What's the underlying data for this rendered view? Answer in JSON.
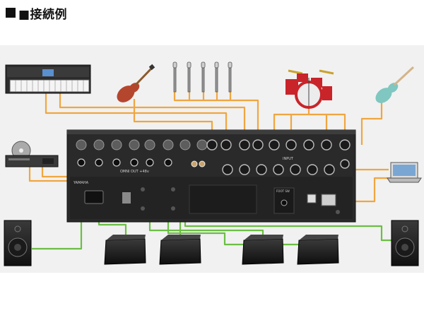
{
  "page": {
    "title": "■接続例"
  },
  "mixer": {
    "brand": "YAMAHA",
    "omni_out_label": "OMNI OUT +48v",
    "input_label": "INPUT",
    "footsw_label": "FOOT SW"
  },
  "colors": {
    "band": "#f1f1f1",
    "cable_input": "#f0a640",
    "cable_output": "#6cbe45",
    "mixer_body": "#2a2a2a",
    "title": "#111111"
  }
}
